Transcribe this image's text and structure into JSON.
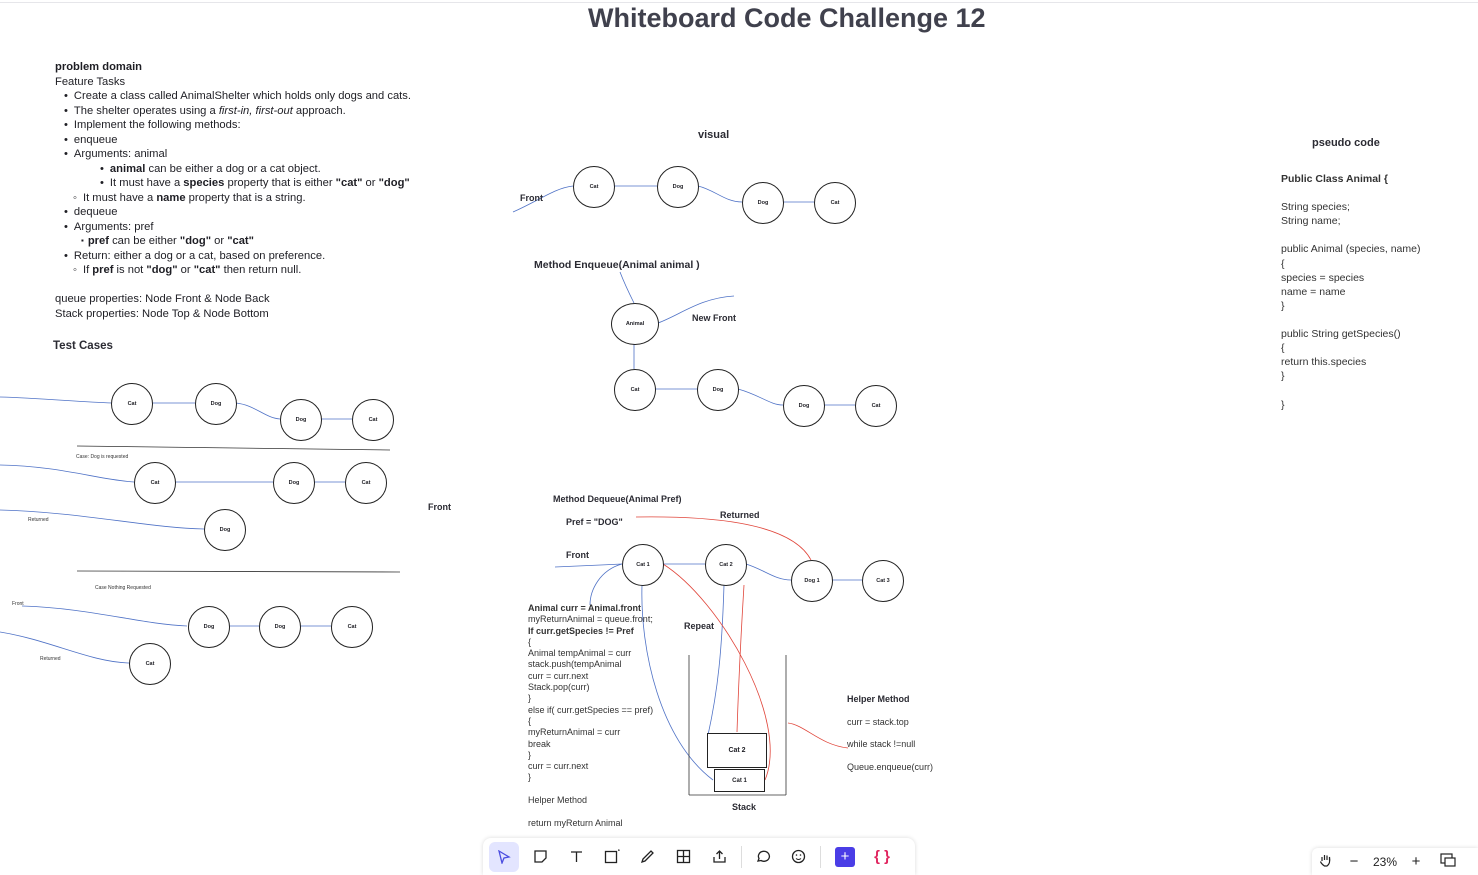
{
  "board_title": "Whiteboard Code Challenge 12",
  "problem": {
    "heading": "problem domain",
    "feature_tasks": "Feature Tasks",
    "l1": "Create a class called AnimalShelter which holds only dogs and cats.",
    "l2_pre": "The shelter operates using a ",
    "l2_em": "first-in, first-out",
    "l2_post": " approach.",
    "l3": "Implement the following methods:",
    "l4": "enqueue",
    "l5": "Arguments: animal",
    "l6_b": "animal",
    "l6": " can be either a dog or a cat object.",
    "l7_pre": "It must have a ",
    "l7_b": "species",
    "l7_mid": " property that is either ",
    "l7_cat": "\"cat\"",
    "l7_or": " or ",
    "l7_dog": "\"dog\"",
    "l8_pre": "It must have a ",
    "l8_b": "name",
    "l8_post": " property that is a string.",
    "l9": "dequeue",
    "l10": "Arguments: pref",
    "l11_b": "pref",
    "l11_mid": " can be either ",
    "l11_dog": "\"dog\"",
    "l11_or": " or ",
    "l11_cat": "\"cat\"",
    "l12": "Return: either a dog or a cat, based on preference.",
    "l13_pre": "If ",
    "l13_b": "pref",
    "l13_mid": " is not ",
    "l13_dog": "\"dog\"",
    "l13_or": " or ",
    "l13_cat": "\"cat\"",
    "l13_post": " then return null.",
    "queue_props": "queue properties: Node Front & Node Back",
    "stack_props": "Stack properties: Node Top & Node Bottom"
  },
  "test_cases": {
    "heading": "Test Cases",
    "row1": [
      "Cat",
      "Dog",
      "Dog",
      "Cat"
    ],
    "case_dog": "Case: Dog is requested",
    "row2": [
      "Cat",
      "Dog",
      "Cat"
    ],
    "returned_dog": "Dog",
    "returned_label": "Returned",
    "case_nothing": "Case Nothing Requested",
    "front_label": "Front",
    "row3": [
      "Dog",
      "Dog",
      "Cat"
    ],
    "returned_cat": "Cat",
    "returned_label2": "Returned",
    "front_big": "Front"
  },
  "visual": {
    "heading": "visual",
    "front": "Front",
    "nodes": [
      "Cat",
      "Dog",
      "Dog",
      "Cat"
    ]
  },
  "enqueue": {
    "heading": "Method Enqueue(Animal animal )",
    "animal": "Animal",
    "new_front": "New Front",
    "nodes": [
      "Cat",
      "Dog",
      "Dog",
      "Cat"
    ]
  },
  "dequeue": {
    "heading": "Method Dequeue(Animal Pref)",
    "pref": "Pref = \"DOG\"",
    "returned": "Returned",
    "front": "Front",
    "nodes": [
      "Cat 1",
      "Cat 2",
      "Dog 1",
      "Cat 3"
    ],
    "repeat": "Repeat",
    "stack_top": "Cat 2",
    "stack_bottom": "Cat 1",
    "stack_label": "Stack",
    "code": [
      "Animal curr = Animal.front",
      "myReturnAnimal = queue.front;",
      "If  curr.getSpecies != Pref",
      "{",
      "Animal tempAnimal = curr",
      "stack.push(tempAnimal",
      "curr = curr.next",
      "Stack.pop(curr)",
      "}",
      "else if( curr.getSpecies == pref)",
      "{",
      "myReturnAnimal = curr",
      "break",
      "}",
      "curr = curr.next",
      "}",
      "",
      "Helper Method",
      "",
      "return myReturn Animal"
    ],
    "helper_heading": "Helper Method",
    "helper_lines": [
      "curr = stack.top",
      "while stack !=null",
      "Queue.enqueue(curr)"
    ]
  },
  "pseudo": {
    "heading": "pseudo code",
    "lines": [
      "Public  Class Animal {",
      "",
      "String species;",
      "String name;",
      "",
      "public Animal (species, name)",
      "{",
      "species = species",
      "name = name",
      "}",
      "",
      "public String getSpecies()",
      "{",
      "return this.species",
      "}",
      "",
      "}"
    ]
  },
  "zoom": {
    "level": "23%"
  },
  "colors": {
    "connector_blue": "#4f72c6",
    "connector_red": "#e0453a",
    "tool_selected": "#e3e5ff",
    "plus_button": "#4a3de6",
    "curly_icon": "#e0245e"
  }
}
